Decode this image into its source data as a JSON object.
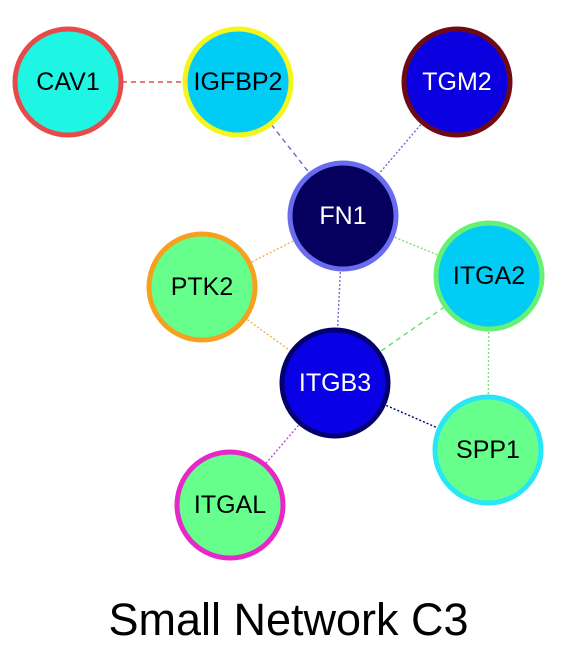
{
  "title": "Small Network C3",
  "nodes": [
    {
      "id": "CAV1",
      "label": "CAV1",
      "fill": "#1ff5e3",
      "stroke": "#e84a4a",
      "text_color": "#000000"
    },
    {
      "id": "IGFBP2",
      "label": "IGFBP2",
      "fill": "#00ccf5",
      "stroke": "#f5f51e",
      "text_color": "#000000"
    },
    {
      "id": "TGM2",
      "label": "TGM2",
      "fill": "#0a00e0",
      "stroke": "#6e0a14",
      "text_color": "#ffffff"
    },
    {
      "id": "FN1",
      "label": "FN1",
      "fill": "#05005e",
      "stroke": "#6b6bf0",
      "text_color": "#ffffff"
    },
    {
      "id": "PTK2",
      "label": "PTK2",
      "fill": "#66ff8c",
      "stroke": "#f5a01e",
      "text_color": "#000000"
    },
    {
      "id": "ITGA2",
      "label": "ITGA2",
      "fill": "#00ccf5",
      "stroke": "#66f075",
      "text_color": "#000000"
    },
    {
      "id": "ITGB3",
      "label": "ITGB3",
      "fill": "#0a00e6",
      "stroke": "#03006e",
      "text_color": "#ffffff"
    },
    {
      "id": "SPP1",
      "label": "SPP1",
      "fill": "#66ff8c",
      "stroke": "#28e6f5",
      "text_color": "#000000"
    },
    {
      "id": "ITGAL",
      "label": "ITGAL",
      "fill": "#66ff8c",
      "stroke": "#e628c8",
      "text_color": "#000000"
    }
  ],
  "edges": [
    {
      "source": "CAV1",
      "target": "IGFBP2",
      "color": "#e84a4a",
      "style": "dashed"
    },
    {
      "source": "IGFBP2",
      "target": "FN1",
      "color": "#6b6bd6",
      "style": "dashed"
    },
    {
      "source": "TGM2",
      "target": "FN1",
      "color": "#6b6bd6",
      "style": "dotted"
    },
    {
      "source": "FN1",
      "target": "PTK2",
      "color": "#f5b04a",
      "style": "dotted"
    },
    {
      "source": "FN1",
      "target": "ITGA2",
      "color": "#7ae07a",
      "style": "dotted"
    },
    {
      "source": "FN1",
      "target": "ITGB3",
      "color": "#6b6bd6",
      "style": "dotted"
    },
    {
      "source": "PTK2",
      "target": "ITGB3",
      "color": "#f5b04a",
      "style": "dotted"
    },
    {
      "source": "ITGA2",
      "target": "ITGB3",
      "color": "#66e066",
      "style": "dashed"
    },
    {
      "source": "ITGA2",
      "target": "SPP1",
      "color": "#7ae07a",
      "style": "dotted"
    },
    {
      "source": "ITGB3",
      "target": "SPP1",
      "color": "#03006e",
      "style": "dotted"
    },
    {
      "source": "ITGB3",
      "target": "ITGAL",
      "color": "#c04ad6",
      "style": "dotted"
    }
  ]
}
